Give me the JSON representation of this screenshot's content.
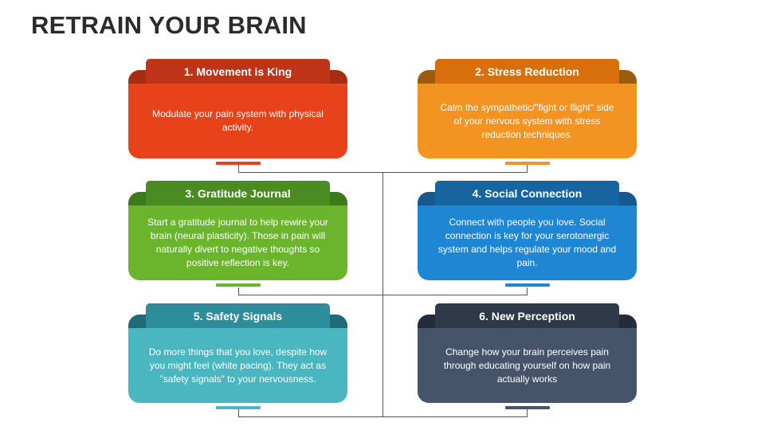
{
  "title": "RETRAIN YOUR BRAIN",
  "cards": [
    {
      "heading": "1. Movement is King",
      "text": "Modulate your pain system with physical activity."
    },
    {
      "heading": "2. Stress Reduction",
      "text": "Calm the sympathetic/\"fight or flight\" side of your nervous system with stress reduction techniques."
    },
    {
      "heading": "3. Gratitude Journal",
      "text": "Start a gratitude journal to help rewire your brain (neural plasticity). Those in pain will naturally divert to negative thoughts so positive reflection is key."
    },
    {
      "heading": "4. Social Connection",
      "text": "Connect with people you love. Social connection is key for your serotonergic system and helps regulate your mood and pain."
    },
    {
      "heading": "5. Safety Signals",
      "text": "Do more things that you love, despite how you might feel (white pacing). They act as \"safety signals\" to your nervousness."
    },
    {
      "heading": "6. New Perception",
      "text": "Change how your brain perceives pain through educating yourself on how pain actually works"
    }
  ],
  "colors": {
    "card1": "#e8421b",
    "card2": "#f39322",
    "card3": "#6bb52c",
    "card4": "#1f86d4",
    "card5": "#49b6c0",
    "card6": "#465469"
  }
}
